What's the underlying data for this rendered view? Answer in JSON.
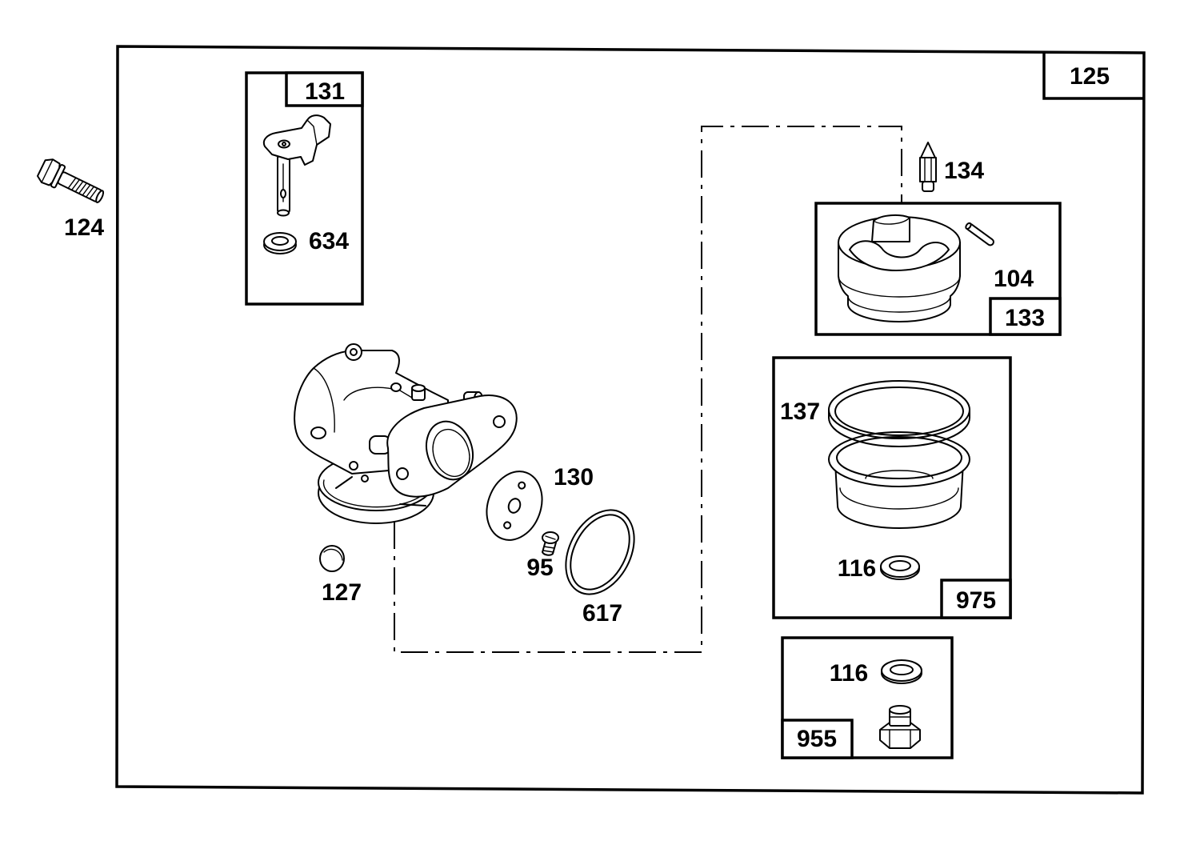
{
  "colors": {
    "ink": "#000000",
    "paper": "#ffffff"
  },
  "frame": {
    "label": "125"
  },
  "bolt": {
    "label": "124"
  },
  "box_131": {
    "label": "131",
    "washer_label": "634"
  },
  "box_133": {
    "label": "133",
    "needle_label": "134",
    "pin_label": "104"
  },
  "box_975": {
    "label": "975",
    "ring_label": "137",
    "washer_label": "116"
  },
  "box_955": {
    "label": "955",
    "washer_label": "116"
  },
  "loose_parts": {
    "gasket_label": "130",
    "screw_label": "95",
    "oring_label": "617",
    "plug_label": "127"
  }
}
